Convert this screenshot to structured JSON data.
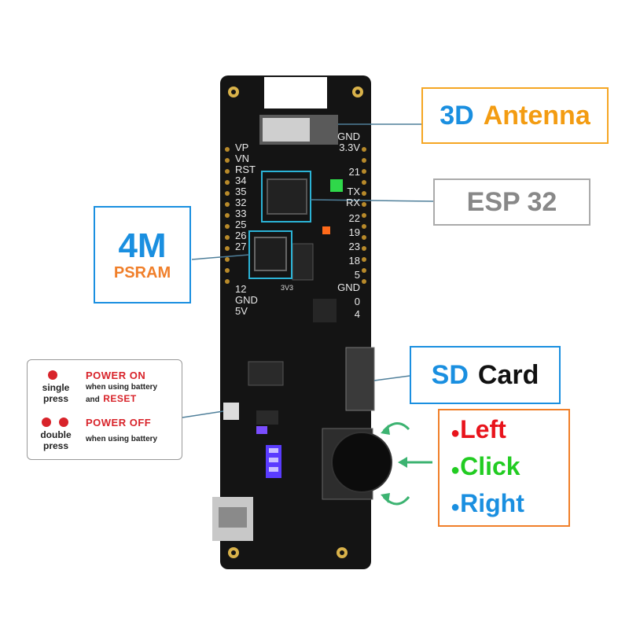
{
  "callouts": {
    "antenna": {
      "prefix": "3D",
      "word": "Antenna",
      "prefix_color": "#1a8fe0",
      "word_color": "#f39c12",
      "border": "#f5a623"
    },
    "esp32": {
      "label": "ESP 32",
      "color": "#888888",
      "border": "#aaaaaa"
    },
    "psram": {
      "size": "4M",
      "label": "PSRAM",
      "size_color": "#1a8fe0",
      "label_color": "#f07f2a",
      "border": "#1a8fe0"
    },
    "sd_card": {
      "prefix": "SD",
      "word": "Card",
      "prefix_color": "#1a8fe0",
      "word_color": "#111111",
      "border": "#1a8fe0"
    },
    "wheel": {
      "border": "#f07f2a",
      "items": [
        {
          "label": "Left",
          "color": "#e8141c"
        },
        {
          "label": "Click",
          "color": "#22cc22"
        },
        {
          "label": "Right",
          "color": "#1a8fe0"
        }
      ]
    }
  },
  "power_legend": {
    "single": {
      "press_top": "single",
      "press_bottom": "press",
      "title": "POWER ON",
      "sub1": "when using battery",
      "sub2": "and",
      "reset": "RESET"
    },
    "double": {
      "press_top": "double",
      "press_bottom": "press",
      "title": "POWER OFF",
      "sub1": "when using battery"
    }
  },
  "board": {
    "left_pins": [
      "VP",
      "VN",
      "RST",
      "34",
      "35",
      "32",
      "33",
      "25",
      "26",
      "27",
      "12",
      "GND",
      "5V"
    ],
    "right_pins": [
      "GND",
      "3.3V",
      "21",
      "TX",
      "RX",
      "22",
      "19",
      "23",
      "18",
      "5",
      "GND",
      "0",
      "4"
    ],
    "silk_3v3": "3V3",
    "pcb_color": "#141414"
  }
}
